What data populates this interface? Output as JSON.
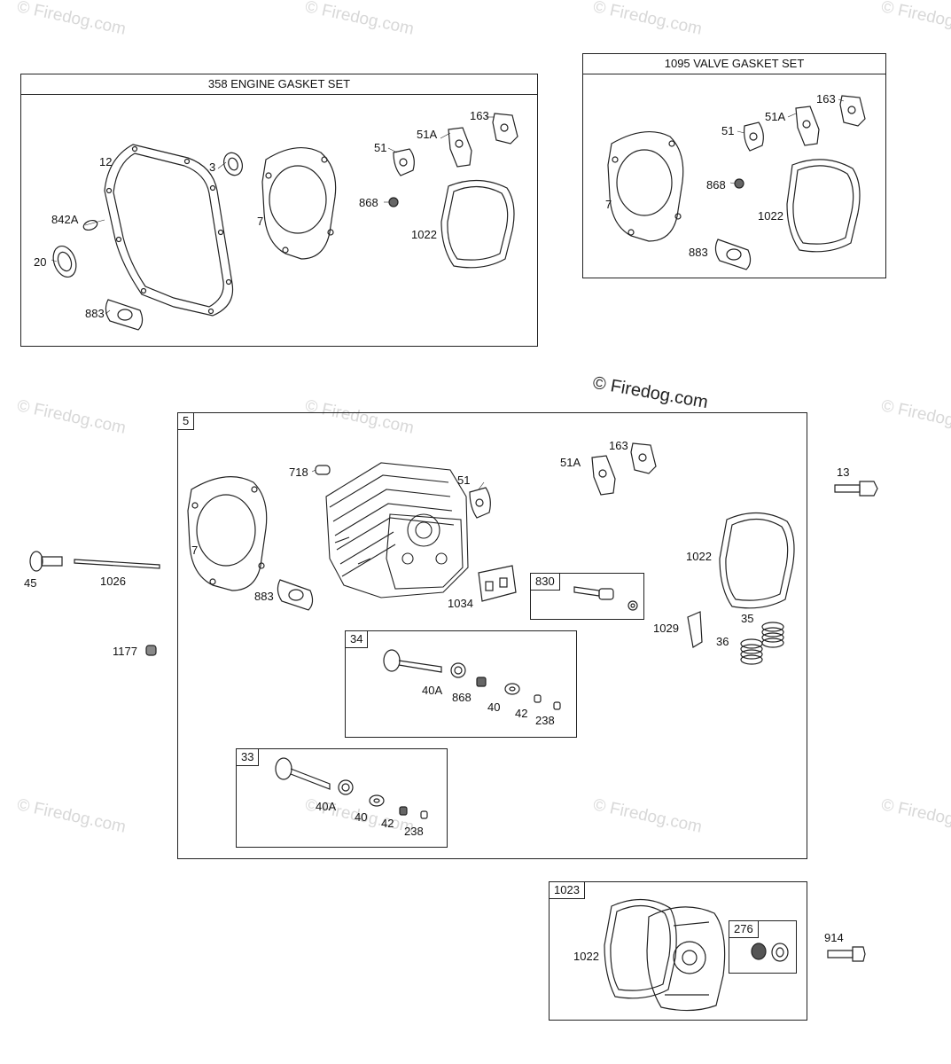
{
  "watermark": "© Firedog.com",
  "copyright": "© Firedog.com",
  "engine_gasket_set": {
    "title": "358 ENGINE GASKET SET",
    "labels": {
      "p12": "12",
      "p3": "3",
      "p842a": "842A",
      "p20": "20",
      "p7": "7",
      "p51": "51",
      "p51a": "51A",
      "p163": "163",
      "p868": "868",
      "p1022": "1022",
      "p883": "883"
    }
  },
  "valve_gasket_set": {
    "title": "1095 VALVE GASKET SET",
    "labels": {
      "p163": "163",
      "p51": "51",
      "p51a": "51A",
      "p7": "7",
      "p868": "868",
      "p1022": "1022",
      "p883": "883"
    }
  },
  "cylinder_head": {
    "tag": "5",
    "labels": {
      "p7": "7",
      "p718": "718",
      "p51": "51",
      "p51a": "51A",
      "p163": "163",
      "p1022": "1022",
      "p883": "883",
      "p1034": "1034",
      "p1029": "1029",
      "p35": "35",
      "p36": "36"
    }
  },
  "rocker_stud_box": {
    "tag": "830"
  },
  "exhaust_valve_box": {
    "tag": "34",
    "labels": {
      "p40a": "40A",
      "p868": "868",
      "p40": "40",
      "p42": "42",
      "p238": "238"
    }
  },
  "intake_valve_box": {
    "tag": "33",
    "labels": {
      "p40a": "40A",
      "p40": "40",
      "p42": "42",
      "p238": "238"
    }
  },
  "valve_cover_box": {
    "tag": "1023",
    "labels": {
      "p1022": "1022"
    },
    "sub_tag": "276"
  },
  "outside": {
    "p13": "13",
    "p45": "45",
    "p1026": "1026",
    "p1177": "1177",
    "p914": "914"
  }
}
